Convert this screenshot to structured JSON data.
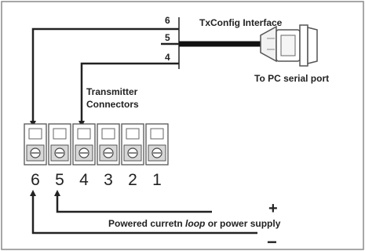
{
  "labels": {
    "interface": "TxConfig Interface",
    "pc_port": "To PC serial port",
    "transmitter_line1": "Transmitter",
    "transmitter_line2": "Connectors",
    "loop_text_before": "Powered curretn ",
    "loop_text_italic": "loop",
    "loop_text_after": " or power supply",
    "plus": "+",
    "minus": "−"
  },
  "wires": [
    "6",
    "5",
    "4"
  ],
  "terminals": [
    "6",
    "5",
    "4",
    "3",
    "2",
    "1"
  ],
  "colors": {
    "line": "#222222",
    "frame": "#8a8a8a",
    "terminal_fill": "#d7d7d7"
  }
}
